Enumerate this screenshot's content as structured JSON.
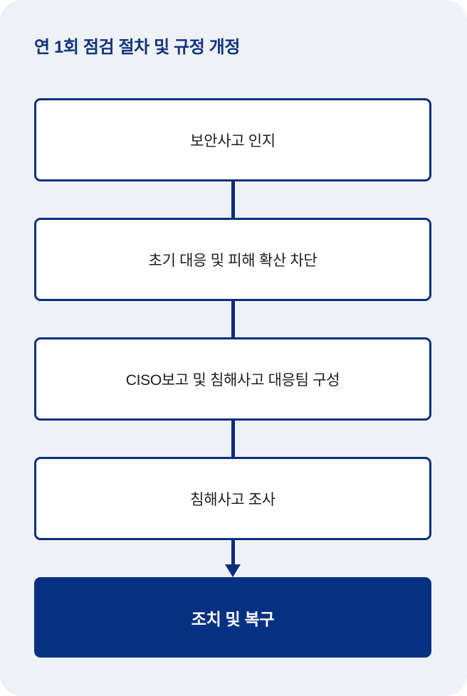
{
  "page": {
    "background_color": "#eef2f7",
    "card_radius": "30px"
  },
  "header": {
    "title": "연 1회 점검 절차 및 규정 개정",
    "title_color": "#12337c"
  },
  "palette": {
    "navy": "#0b2f7e",
    "navy_fill": "#063183",
    "box_background": "#ffffff",
    "text": "#1c1c1c",
    "text_inverse": "#ffffff",
    "page_background": "#eef2f7"
  },
  "flowchart": {
    "type": "vertical-process-flow",
    "orientation": "top-to-bottom",
    "steps": [
      {
        "index": 1,
        "label": "보안사고 인지",
        "style": "outline",
        "connector_below": "line"
      },
      {
        "index": 2,
        "label": "초기 대응 및 피해 확산 차단",
        "style": "outline",
        "connector_below": "line"
      },
      {
        "index": 3,
        "label": "CISO보고 및 침해사고 대응팀 구성",
        "style": "outline",
        "connector_below": "line"
      },
      {
        "index": 4,
        "label": "침해사고 조사",
        "style": "outline",
        "connector_below": "arrow"
      },
      {
        "index": 5,
        "label": "조치 및 복구",
        "style": "filled",
        "connector_below": "none"
      }
    ]
  }
}
